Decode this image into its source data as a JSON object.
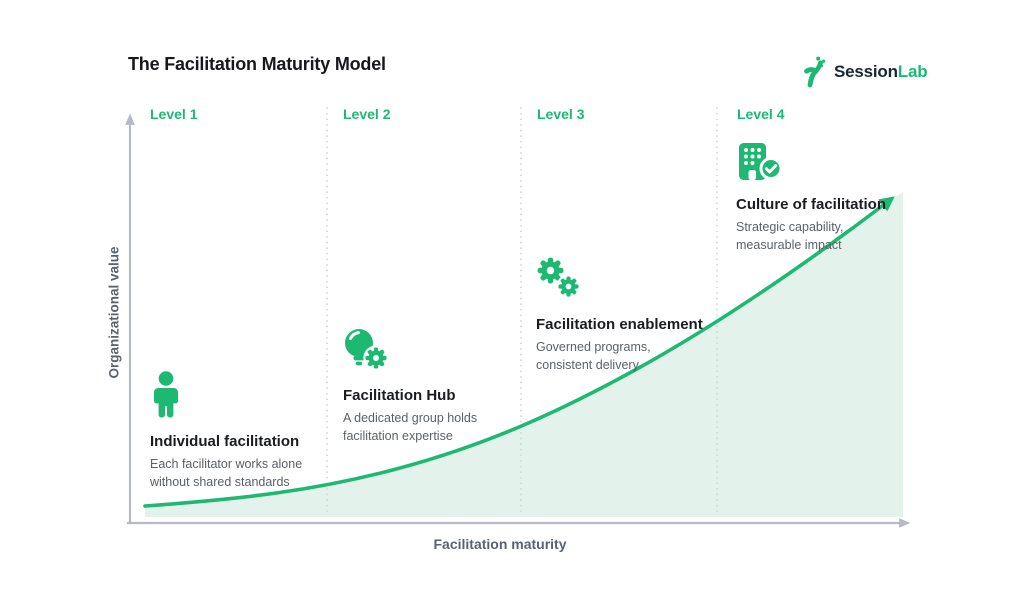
{
  "header": {
    "title": "The Facilitation Maturity Model"
  },
  "logo": {
    "brand_first": "Session",
    "brand_second": "Lab"
  },
  "axes": {
    "y_label": "Organizational value",
    "x_label": "Facilitation maturity"
  },
  "levels": [
    {
      "label": "Level 1",
      "icon": "person-icon",
      "title": "Individual facilitation",
      "description": "Each facilitator works alone\nwithout shared standards"
    },
    {
      "label": "Level 2",
      "icon": "lightbulb-gear-icon",
      "title": "Facilitation Hub",
      "description": "A dedicated group holds\nfacilitation expertise"
    },
    {
      "label": "Level 3",
      "icon": "gears-icon",
      "title": "Facilitation enablement",
      "description": "Governed programs,\nconsistent delivery"
    },
    {
      "label": "Level 4",
      "icon": "building-check-icon",
      "title": "Culture of facilitation",
      "description": "Strategic capability,\nmeasurable impact"
    }
  ],
  "curve": {
    "type": "area",
    "description": "Exponential growth curve rising left-to-right across the four levels, ending in an arrow; shaded area beneath",
    "line_color": "#1DB973",
    "fill_color": "#E3F3EB"
  },
  "colors": {
    "accent_green": "#1DB973",
    "area_fill_green": "#E3F3EB",
    "axis_gray": "#B6BAC2",
    "separator_gray": "#CFD3D9",
    "title_dark": "#17181B",
    "body_gray": "#5B6167",
    "axis_label_gray": "#5A6170",
    "logo_navy": "#15283A",
    "background": "#FFFFFF"
  }
}
